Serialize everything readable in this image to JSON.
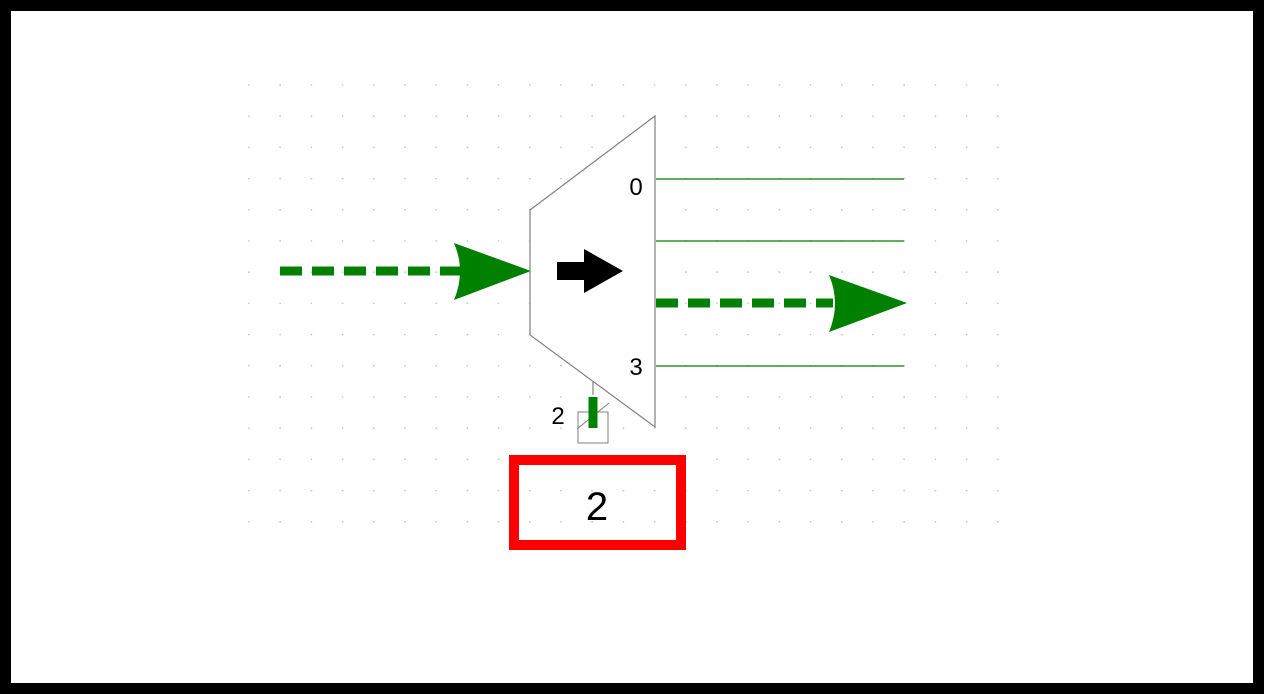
{
  "demux": {
    "output_labels": {
      "first": "0",
      "last": "3"
    },
    "select_bit_width": "2"
  },
  "highlight_box": {
    "value": "2"
  },
  "colors": {
    "wire": "#008000",
    "frame_border": "#000000",
    "highlight_border": "#ff0000",
    "component_outline": "#808080",
    "grid_dot": "#c8c8c8"
  }
}
